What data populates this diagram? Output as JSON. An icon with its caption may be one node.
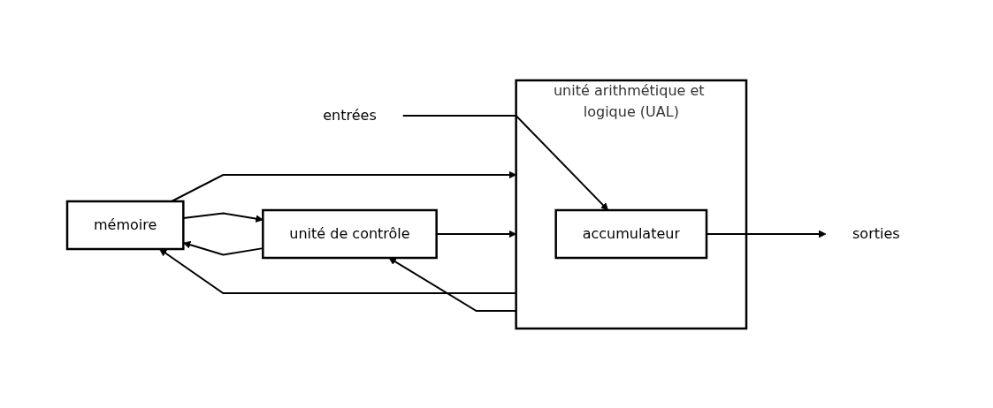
{
  "diagram": {
    "nodes": [
      {
        "text": [
          "mémoire"
        ]
      },
      {
        "text": [
          "unité de contrôle"
        ]
      },
      {
        "text": [
          "unité arithmétique et logique (UAL)"
        ]
      },
      {
        "text": [
          "accumulateur"
        ],
        "in": 2
      },
      {
        "text": [
          "sorties"
        ]
      },
      {
        "text": [
          "entrées"
        ]
      }
    ],
    "edges": [
      {
        "from": 0,
        "to": 1,
        "arrow": "to"
      },
      {
        "from": 1,
        "to": 0,
        "arrow": "to"
      },
      {
        "from": 2,
        "to": 0,
        "arrow": "to"
      },
      {
        "from": 0,
        "to": 2,
        "arrow": "to"
      },
      {
        "from": 1,
        "to": 2,
        "arrow": "to"
      },
      {
        "from": 2,
        "to": 1,
        "arrow": "to"
      },
      {
        "from": 3,
        "to": 4,
        "arrow": "to"
      },
      {
        "from": 5,
        "to": 3,
        "arrow": "to"
      }
    ]
  }
}
